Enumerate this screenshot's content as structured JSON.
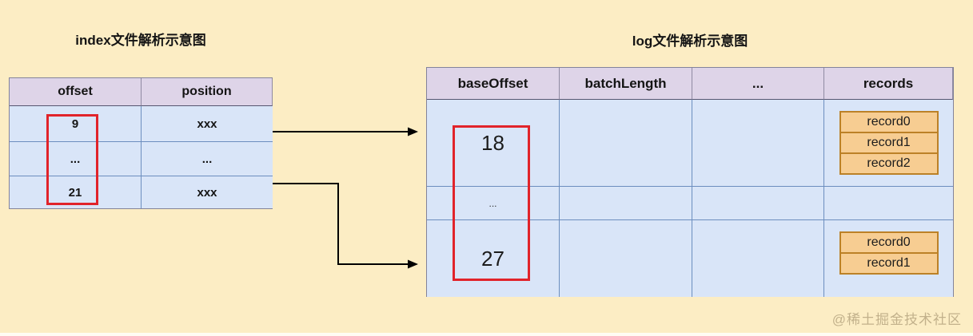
{
  "index_diagram": {
    "title": "index文件解析示意图",
    "columns": [
      "offset",
      "position"
    ],
    "rows": [
      {
        "offset": "9",
        "position": "xxx"
      },
      {
        "offset": "...",
        "position": "..."
      },
      {
        "offset": "21",
        "position": "xxx"
      }
    ]
  },
  "log_diagram": {
    "title": "log文件解析示意图",
    "columns": [
      "baseOffset",
      "batchLength",
      "...",
      "records"
    ],
    "rows": [
      {
        "baseOffset": "18",
        "records": [
          "record0",
          "record1",
          "record2"
        ]
      },
      {
        "baseOffset": "..."
      },
      {
        "baseOffset": "27",
        "records": [
          "record0",
          "record1"
        ]
      }
    ]
  },
  "watermark": "@稀土掘金技术社区",
  "colors": {
    "background": "#fcedc4",
    "header_fill": "#ded4e8",
    "cell_fill": "#d9e5f8",
    "cell_border": "#6c8ebf",
    "record_fill": "#f7cd92",
    "record_border": "#bc8127",
    "highlight_red": "#e1232a",
    "arrow": "#000000"
  }
}
